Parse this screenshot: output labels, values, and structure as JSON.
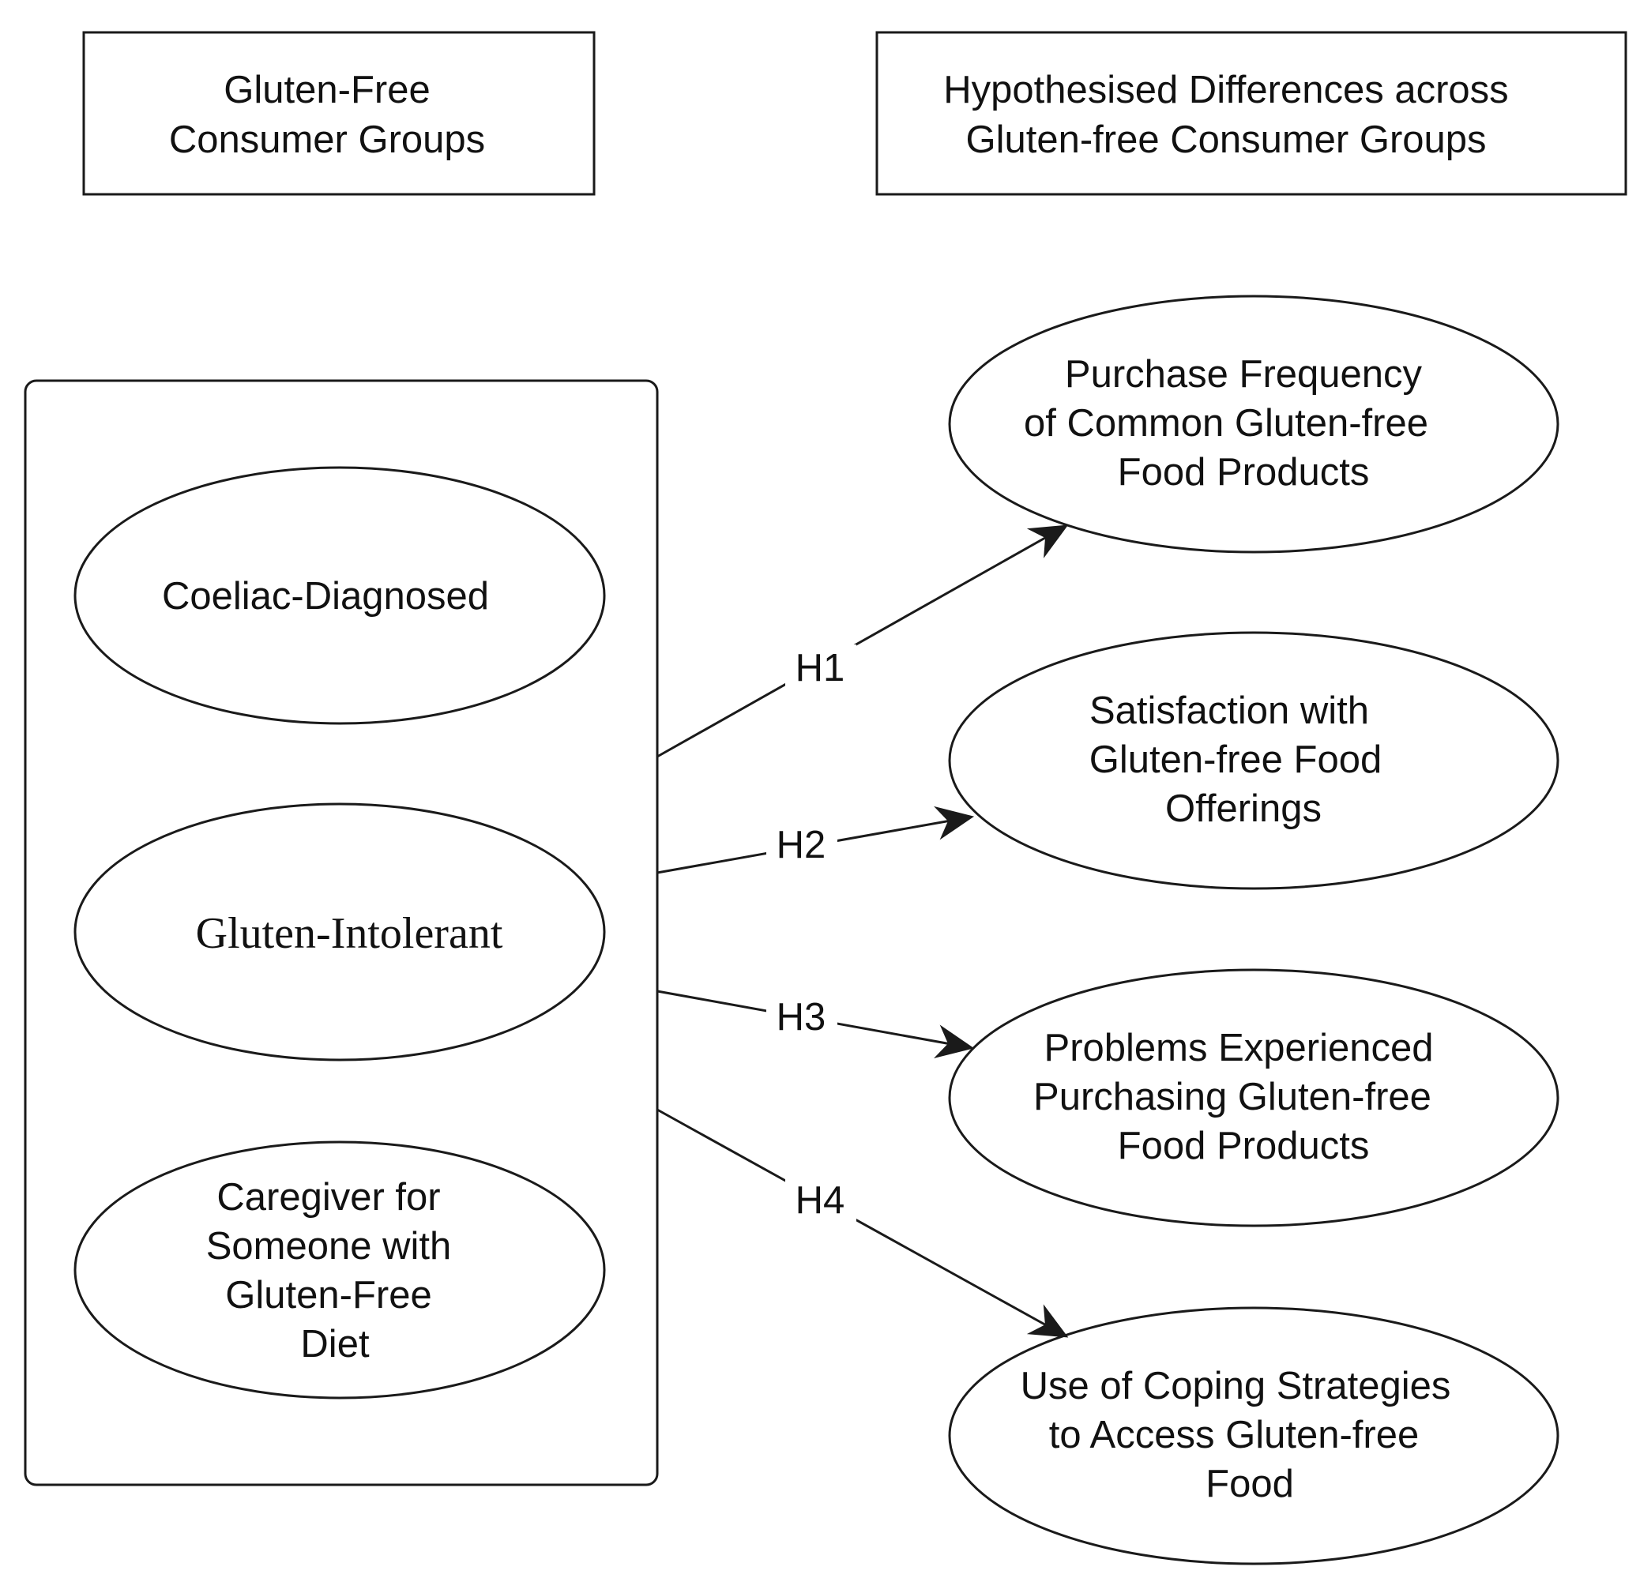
{
  "headers": {
    "left": [
      "Gluten-Free",
      "Consumer Groups"
    ],
    "right": [
      "Hypothesised Differences across",
      "Gluten-free Consumer Groups"
    ]
  },
  "groups": [
    {
      "id": "coeliac",
      "lines": [
        "Coeliac-Diagnosed"
      ]
    },
    {
      "id": "intolerant",
      "lines": [
        "Gluten-Intolerant"
      ]
    },
    {
      "id": "caregiver",
      "lines": [
        "Caregiver for",
        "Someone with",
        "Gluten-Free",
        "Diet"
      ]
    }
  ],
  "outcomes": [
    {
      "id": "purchase",
      "lines": [
        "Purchase Frequency",
        "of Common Gluten-free",
        "Food Products"
      ]
    },
    {
      "id": "satisfaction",
      "lines": [
        "Satisfaction with",
        "Gluten-free Food",
        "Offerings"
      ]
    },
    {
      "id": "problems",
      "lines": [
        "Problems Experienced",
        "Purchasing Gluten-free",
        "Food Products"
      ]
    },
    {
      "id": "coping",
      "lines": [
        "Use of Coping Strategies",
        "to Access Gluten-free",
        "Food"
      ]
    }
  ],
  "hypotheses": [
    {
      "label": "H1",
      "target": "purchase"
    },
    {
      "label": "H2",
      "target": "satisfaction"
    },
    {
      "label": "H3",
      "target": "problems"
    },
    {
      "label": "H4",
      "target": "coping"
    }
  ],
  "colors": {
    "stroke": "#1a1a1a",
    "text": "#111111",
    "background": "#ffffff"
  }
}
